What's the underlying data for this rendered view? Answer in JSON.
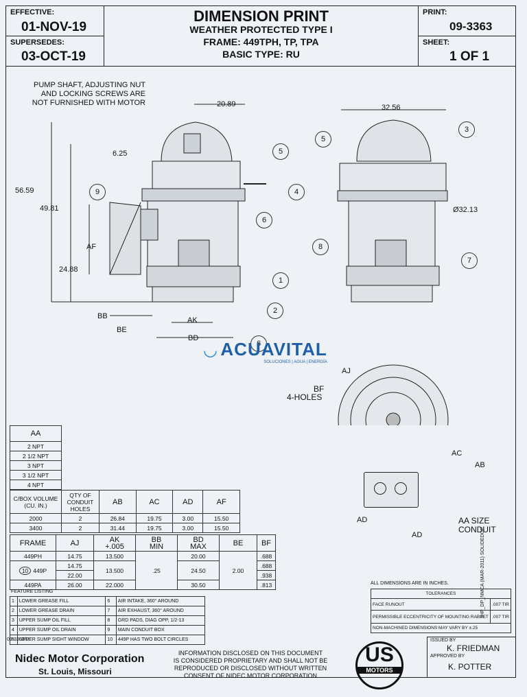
{
  "header": {
    "effective_label": "EFFECTIVE:",
    "effective_date": "01-NOV-19",
    "supersedes_label": "SUPERSEDES:",
    "supersedes_date": "03-OCT-19",
    "title": "DIMENSION PRINT",
    "subtitle": "WEATHER PROTECTED TYPE I",
    "frame": "FRAME:  449TPH, TP, TPA",
    "basic_type": "BASIC TYPE:  RU",
    "print_label": "PRINT:",
    "print_number": "09-3363",
    "sheet_label": "SHEET:",
    "sheet_value": "1  OF  1"
  },
  "drawing": {
    "note": [
      "PUMP SHAFT, ADJUSTING NUT",
      "AND LOCKING SCREWS ARE",
      "NOT FURNISHED WITH MOTOR"
    ],
    "dims": {
      "d2089": "20.89",
      "d625": "6.25",
      "d5659": "56.59",
      "d4981": "49.81",
      "d2488": "24.88",
      "af": "AF",
      "ak": "AK",
      "bb": "BB",
      "be": "BE",
      "bd": "BD",
      "d3256": "32.56",
      "d3213": "Ø32.13",
      "aj": "AJ",
      "bf": "BF",
      "bf_holes": "4-HOLES",
      "ac": "AC",
      "ab": "AB",
      "ad1": "AD",
      "ad2": "AD",
      "aa_size": "AA SIZE",
      "conduit": "CONDUIT"
    },
    "callouts": [
      "1",
      "2",
      "3",
      "4",
      "5",
      "6",
      "7",
      "8",
      "9",
      "5",
      "6"
    ]
  },
  "watermark": {
    "brand": "ACUAVITAL",
    "tagline": "SOLUCIONES | AGUA | ENERGÍA"
  },
  "aa_table": {
    "header": "AA",
    "rows": [
      "2 NPT",
      "2 1/2 NPT",
      "3 NPT",
      "3 1/2 NPT",
      "4 NPT"
    ]
  },
  "cbox_table": {
    "headers": [
      "C/BOX VOLUME (CU. IN.)",
      "QTY OF CONDUIT HOLES",
      "AB",
      "AC",
      "AD",
      "AF"
    ],
    "rows": [
      [
        "2000",
        "2",
        "26.84",
        "19.75",
        "3.00",
        "15.50"
      ],
      [
        "3400",
        "2",
        "31.44",
        "19.75",
        "3.00",
        "15.50"
      ]
    ]
  },
  "frame_table": {
    "headers": [
      "FRAME",
      "AJ",
      "AK",
      "+.005",
      "BB",
      "MIN",
      "BD",
      "MAX",
      "BE",
      "BF"
    ],
    "r1": [
      "449PH",
      "14.75",
      "13.500",
      "",
      "20.00",
      "",
      "",
      "",
      "",
      ".688"
    ],
    "r2_aj": "14.75",
    "r2_aj2": "22.00",
    "r2_frame": "449P",
    "r2_num": "10",
    "r2_ak": "13.500",
    "r2_bb": ".25",
    "r2_bd": "24.50",
    "r2_be": "2.00",
    "r2_bf1": ".688",
    "r2_bf2": ".938",
    "r3": [
      "449PA",
      "26.00",
      "22.000",
      "",
      "30.50",
      "",
      ".813"
    ]
  },
  "features": {
    "title": "FEATURE LISTING",
    "items": [
      [
        "1",
        "LOWER GREASE FILL",
        "6",
        "AIR INTAKE, 360° AROUND"
      ],
      [
        "2",
        "LOWER GREASE DRAIN",
        "7",
        "AIR EXHAUST, 360° AROUND"
      ],
      [
        "3",
        "UPPER SUMP OIL FILL",
        "8",
        "GRD PADS, DIAG OPP, 1/2-13"
      ],
      [
        "4",
        "UPPER SUMP OIL DRAIN",
        "9",
        "MAIN CONDUIT BOX"
      ],
      [
        "5",
        "UPPER SUMP SIGHT WINDOW",
        "10",
        "449P HAS TWO BOLT CIRCLES"
      ]
    ]
  },
  "tolerances": {
    "note": "ALL DIMENSIONS ARE IN INCHES.",
    "title": "TOLERANCES",
    "rows": [
      [
        "FACE RUNOUT",
        ".007 TIR"
      ],
      [
        "PERMISSIBLE ECCENTRICITY OF MOUNTING RABBET",
        ".007 TIR"
      ]
    ],
    "footer": "NON-MACHINED DIMENSIONS MAY VARY BY ±.25"
  },
  "footer": {
    "doc_id": "09-3363/D",
    "company": "Nidec Motor Corporation",
    "city": "St. Louis, Missouri",
    "disclaimer": [
      "INFORMATION DISCLOSED ON THIS DOCUMENT",
      "IS CONSIDERED PROPRIETARY AND SHALL NOT BE",
      "REPRODUCED OR DISCLOSED WITHOUT WRITTEN",
      "CONSENT OF NIDEC MOTOR CORPORATION"
    ],
    "logo_text": "MOTORS",
    "logo_letters": "US",
    "issued_label": "ISSUED BY",
    "issued_name": "K. FRIEDMAN",
    "approved_label": "APPROVED BY",
    "approved_name": "K. POTTER",
    "side_text": "IHP_DP_NMCA (MAR-2011) SOLIDEDGE"
  }
}
